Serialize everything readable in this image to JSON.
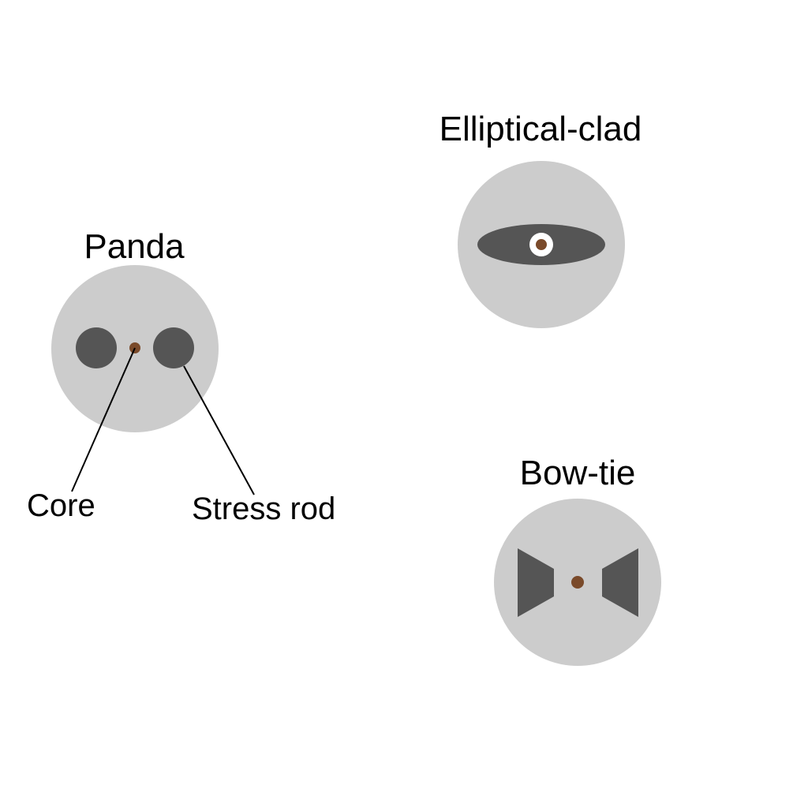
{
  "colors": {
    "background": "#ffffff",
    "cladding": "#cccccc",
    "stress_member": "#555555",
    "core": "#7a4a2a",
    "core_ring": "#ffffff",
    "leader_line": "#000000",
    "text": "#000000"
  },
  "fibers": {
    "panda": {
      "title": "Panda",
      "core_label": "Core",
      "stress_rod_label": "Stress rod"
    },
    "elliptical_clad": {
      "title": "Elliptical-clad"
    },
    "bow_tie": {
      "title": "Bow-tie"
    }
  }
}
